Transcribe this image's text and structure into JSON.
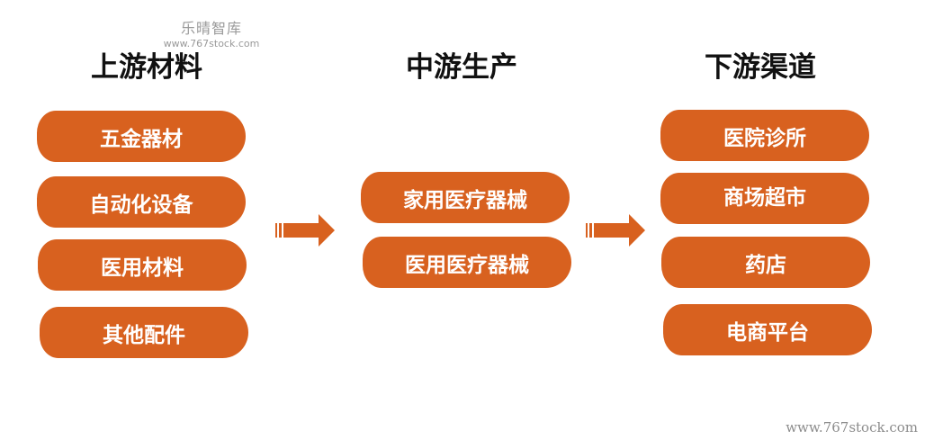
{
  "watermark": {
    "name": "乐晴智库",
    "url": "www.767stock.com"
  },
  "footer_watermark": "www.767stock.com",
  "columns": [
    {
      "title": "上游材料",
      "items": [
        "五金器材",
        "自动化设备",
        "医用材料",
        "其他配件"
      ]
    },
    {
      "title": "中游生产",
      "items": [
        "家用医疗器械",
        "医用医疗器械"
      ]
    },
    {
      "title": "下游渠道",
      "items": [
        "医院诊所",
        "商场超市",
        "药店",
        "电商平台"
      ]
    }
  ],
  "colors": {
    "pill": "#d8611f",
    "text": "#ffffff",
    "title": "#111111",
    "arrow": "#d8611f"
  },
  "arrows": 2
}
